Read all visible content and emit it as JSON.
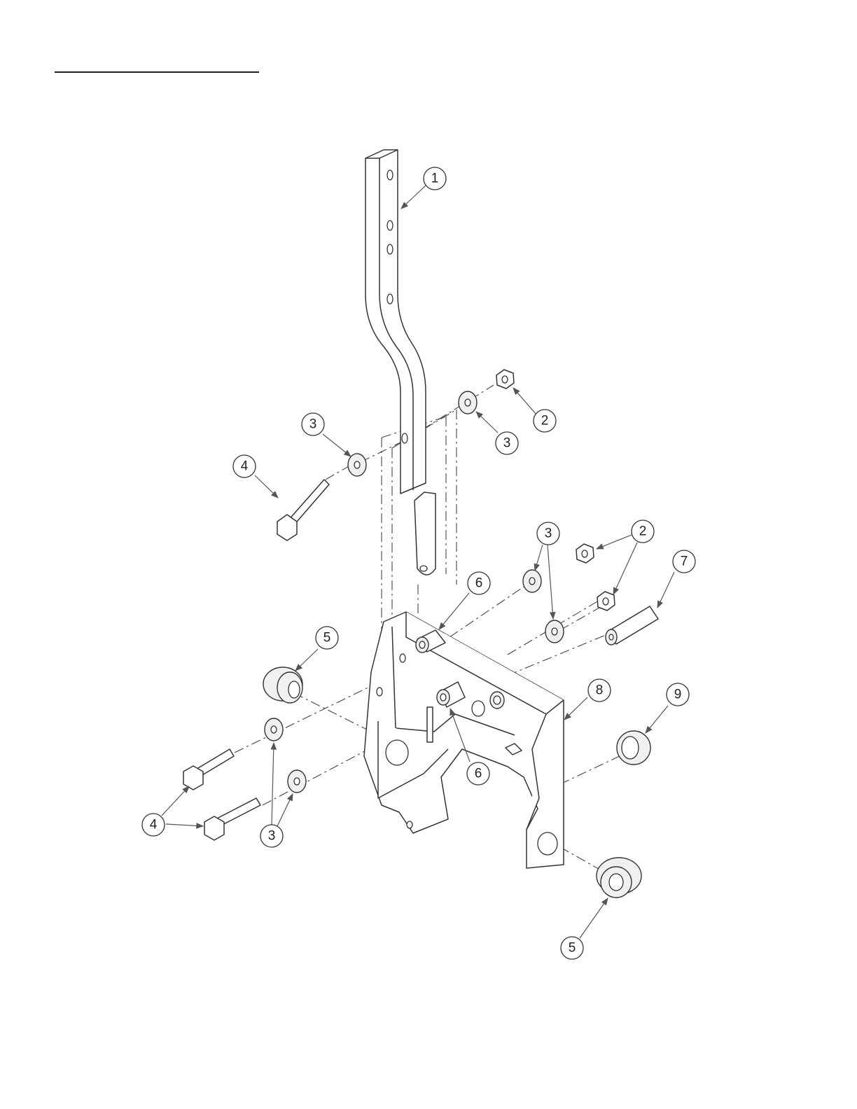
{
  "callouts": [
    {
      "number": "1"
    },
    {
      "number": "2"
    },
    {
      "number": "3"
    },
    {
      "number": "3"
    },
    {
      "number": "4"
    },
    {
      "number": "3"
    },
    {
      "number": "2"
    },
    {
      "number": "7"
    },
    {
      "number": "6"
    },
    {
      "number": "5"
    },
    {
      "number": "8"
    },
    {
      "number": "9"
    },
    {
      "number": "6"
    },
    {
      "number": "4"
    },
    {
      "number": "3"
    },
    {
      "number": "5"
    }
  ]
}
